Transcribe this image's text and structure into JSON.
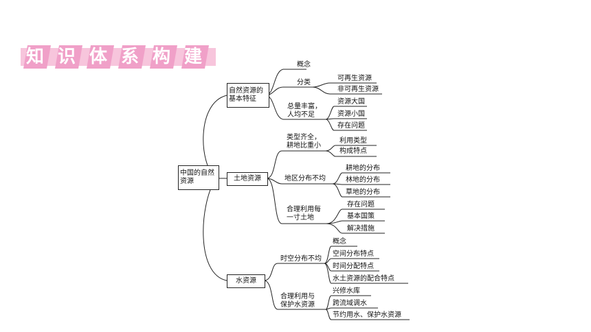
{
  "header": {
    "title_chars": [
      "知",
      "识",
      "体",
      "系",
      "构",
      "建"
    ],
    "colors": {
      "stripe": "#f0a0c8",
      "bar": "#f7c5dc"
    }
  },
  "tree": {
    "root": "中国的自然资源",
    "branches": [
      {
        "label": "自然资源的基本特征",
        "items": [
          {
            "label": "概念",
            "leaves": []
          },
          {
            "label": "分类",
            "leaves": [
              "可再生资源",
              "非可再生资源"
            ]
          },
          {
            "label": "总量丰富，人均不足",
            "leaves": [
              "资源大国",
              "资源小国",
              "存在问题"
            ]
          }
        ]
      },
      {
        "label": "土地资源",
        "items": [
          {
            "label": "类型齐全，耕地比重小",
            "leaves": [
              "利用类型",
              "构成特点"
            ]
          },
          {
            "label": "地区分布不均",
            "leaves": [
              "耕地的分布",
              "林地的分布",
              "草地的分布"
            ]
          },
          {
            "label": "合理利用每一寸土地",
            "leaves": [
              "存在问题",
              "基本国策",
              "解决措施"
            ]
          }
        ]
      },
      {
        "label": "水资源",
        "items": [
          {
            "label": "时空分布不均",
            "leaves": [
              "概念",
              "空间分布特点",
              "时间分配特点",
              "水土资源的配合特点"
            ]
          },
          {
            "label": "合理利用与保护水资源",
            "leaves": [
              "兴修水库",
              "跨流域调水",
              "节约用水、保护水资源"
            ]
          }
        ]
      }
    ]
  }
}
